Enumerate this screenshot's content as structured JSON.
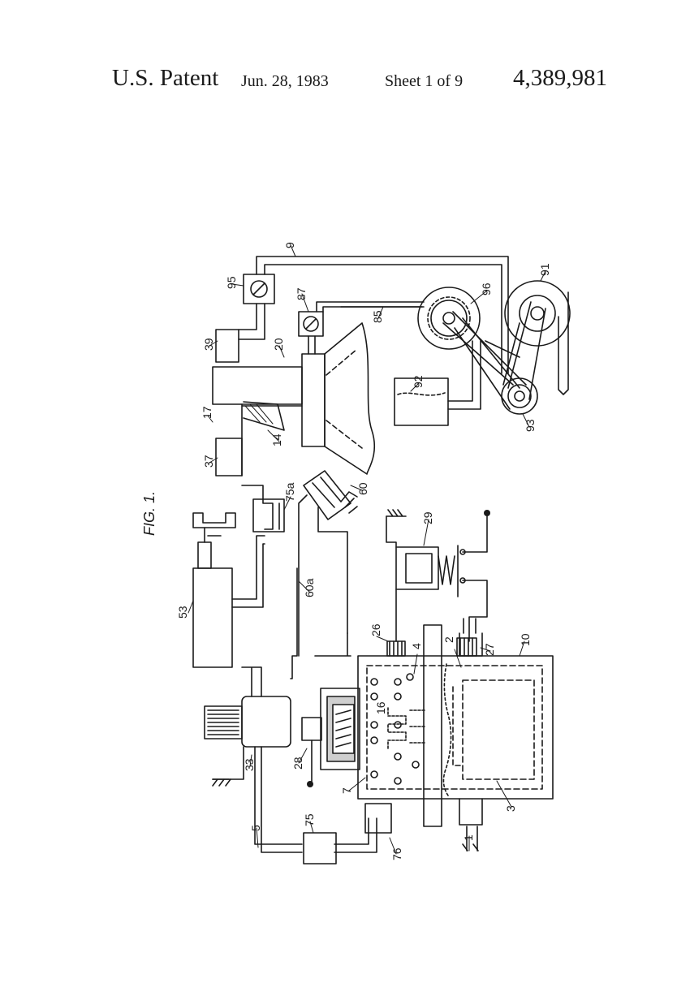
{
  "header": {
    "title": "U.S. Patent",
    "date": "Jun. 28, 1983",
    "sheet": "Sheet 1 of 9",
    "patent_number": "4,389,981"
  },
  "figure": {
    "caption": "FIG. 1.",
    "labels": {
      "l1": "1",
      "l2": "2",
      "l3": "3",
      "l4": "4",
      "l5": "5",
      "l7": "7",
      "l9": "9",
      "l10": "10",
      "l14": "14",
      "l16": "16",
      "l17": "17",
      "l20": "20",
      "l26": "26",
      "l27": "27",
      "l28": "28",
      "l29": "29",
      "l33": "33",
      "l37": "37",
      "l39": "39",
      "l53": "53",
      "l60": "60",
      "l60a": "60a",
      "l75": "75",
      "l75a": "75a",
      "l76": "76",
      "l85": "85",
      "l87": "87",
      "l91": "91",
      "l92": "92",
      "l93": "93",
      "l95": "95",
      "l96": "96"
    }
  },
  "colors": {
    "ink": "#1a1a1a",
    "paper": "#ffffff"
  }
}
